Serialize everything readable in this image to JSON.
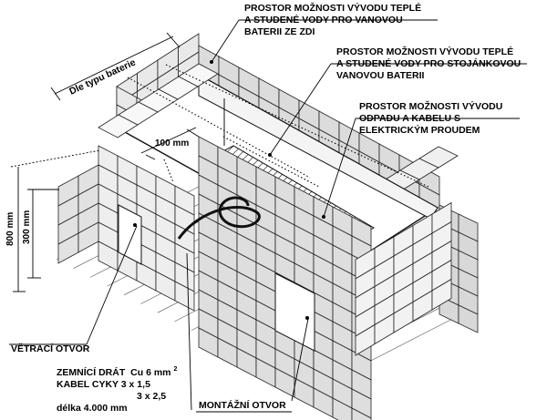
{
  "labels": {
    "wall_outlet_l1": "PROSTOR MOŽNOSTI VÝVODU TEPLÉ",
    "wall_outlet_l2": "A STUDENÉ VODY PRO VANOVOU",
    "wall_outlet_l3": "BATERII ZE ZDI",
    "standing_l1": "PROSTOR MOŽNOSTI VÝVODU TEPLÉ",
    "standing_l2": "A STUDENÉ VODY PRO STOJÁNKOVOU",
    "standing_l3": "VANOVOU BATERII",
    "drain_l1": "PROSTOR MOŽNOSTI VÝVODU",
    "drain_l2": "ODPADU A KABELU S",
    "drain_l3": "ELEKTRICKÝM PROUDEM",
    "vent_opening": "VĚTRACÍ OTVOR",
    "mount_opening": "MONTÁŽNÍ OTVOR",
    "ground_wire_prefix": "ZEMNÍCÍ DRÁT",
    "ground_wire_value": "Cu 6 mm",
    "ground_wire_sup": "2",
    "cable_l1": "KABEL CYKY 3 x 1,5",
    "cable_l2": "3 x 2,5",
    "cable_length": "délka 4.000 mm",
    "battery_type": "Dle typu baterie"
  },
  "dimensions": {
    "width_100": "100 mm",
    "height_800": "800 mm",
    "height_300": "300 mm"
  }
}
